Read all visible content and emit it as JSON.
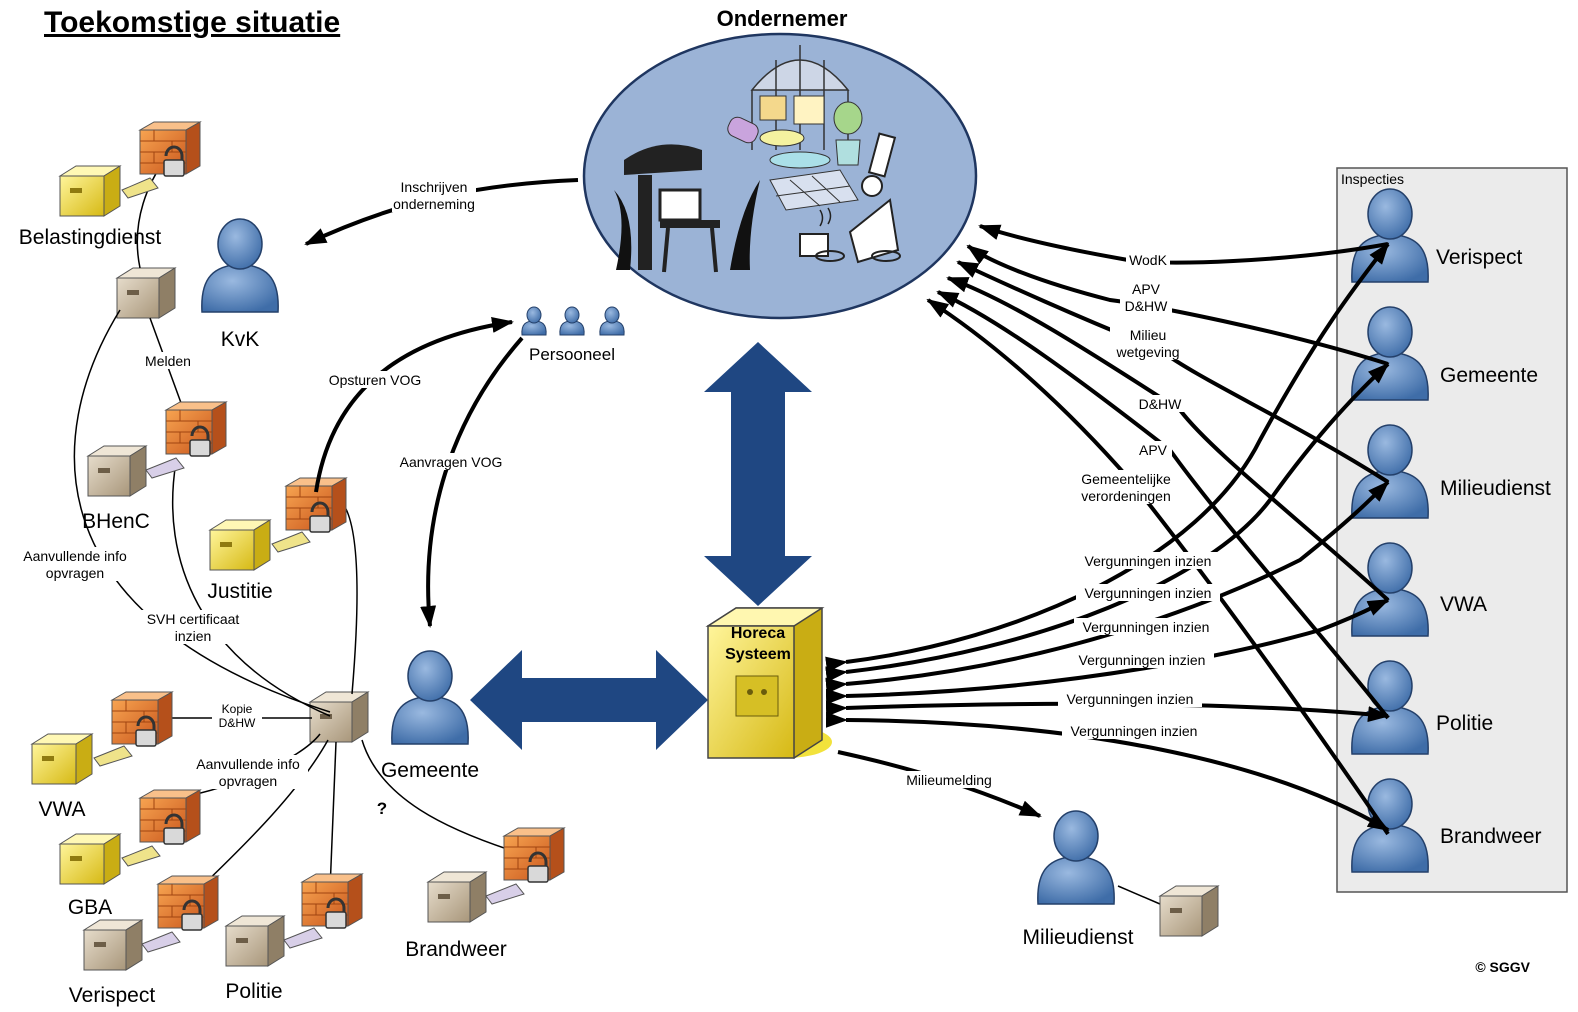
{
  "title": "Toekomstige situatie",
  "ondernemer": "Ondernemer",
  "personeel": "Persooneel",
  "horeca": {
    "line1": "Horeca",
    "line2": "Systeem"
  },
  "copyright": "© SGGV",
  "inspecties": {
    "title": "Inspecties",
    "members": [
      "Verispect",
      "Gemeente",
      "Milieudienst",
      "VWA",
      "Politie",
      "Brandweer"
    ]
  },
  "left_nodes": {
    "belastingdienst": "Belastingdienst",
    "kvk": "KvK",
    "bhenc": "BHenC",
    "justitie": "Justitie",
    "gemeente": "Gemeente",
    "vwa": "VWA",
    "gba": "GBA",
    "verispect": "Verispect",
    "politie": "Politie",
    "brandweer": "Brandweer",
    "milieudienst": "Milieudienst"
  },
  "edge_labels": {
    "inschrijven_1": "Inschrijven",
    "inschrijven_2": "onderneming",
    "melden": "Melden",
    "opsturen_vog": "Opsturen VOG",
    "aanvragen_vog": "Aanvragen VOG",
    "aanvullende_1a": "Aanvullende info",
    "aanvullende_1b": "opvragen",
    "svh_1": "SVH certificaat",
    "svh_2": "inzien",
    "kopie_1": "Kopie",
    "kopie_2": "D&HW",
    "aanvullende_2a": "Aanvullende info",
    "aanvullende_2b": "opvragen",
    "question": "?",
    "milieumelding": "Milieumelding",
    "wodk": "WodK",
    "apv_dhw_1": "APV",
    "apv_dhw_2": "D&HW",
    "milieu_1": "Milieu",
    "milieu_2": "wetgeving",
    "dhw": "D&HW",
    "apv": "APV",
    "gem_verord_1": "Gemeentelijke",
    "gem_verord_2": "verordeningen",
    "vergunningen": [
      "Vergunningen inzien",
      "Vergunningen inzien",
      "Vergunningen inzien",
      "Vergunningen inzien",
      "Vergunningen inzien",
      "Vergunningen inzien"
    ]
  },
  "colors": {
    "person": "#5b87bf",
    "arrow_blue": "#1f4782",
    "ellipse": "#9bb3d6",
    "server_yellow": "#f2dc38",
    "firewall_orange": "#e8762a"
  }
}
